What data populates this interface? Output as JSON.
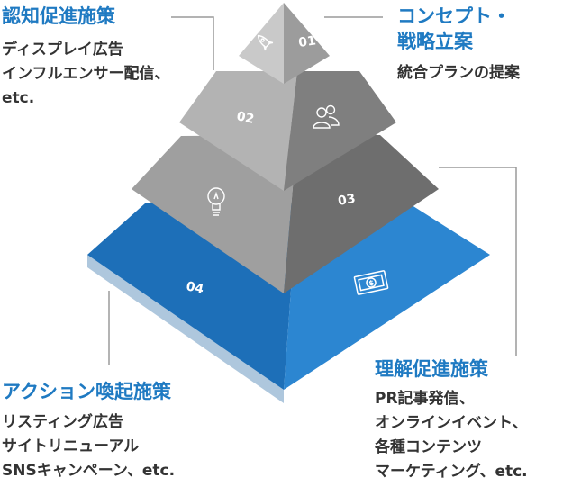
{
  "tiers": [
    {
      "number": "01",
      "icon": "rocket-icon"
    },
    {
      "number": "02",
      "icon": "people-icon"
    },
    {
      "number": "03",
      "icon": "lightbulb-icon"
    },
    {
      "number": "04",
      "icon": "money-icon"
    }
  ],
  "colors": {
    "accent": "#1f7ac2",
    "tier1_left": "#c9c9c9",
    "tier1_right": "#9c9c9c",
    "tier2_left": "#b3b3b3",
    "tier2_right": "#7f7f7f",
    "tier3_left": "#9f9f9f",
    "tier3_right": "#6e6e6e",
    "tier4_left": "#1d6fb8",
    "tier4_right": "#2c86d1"
  },
  "sections": {
    "concept": {
      "title_lines": [
        "コンセプト・",
        "戦略立案"
      ],
      "items": [
        "統合プランの提案"
      ]
    },
    "awareness": {
      "title": "認知促進施策",
      "items": [
        "ディスプレイ広告",
        "インフルエンサー配信、",
        "etc."
      ]
    },
    "understanding": {
      "title": "理解促進施策",
      "items": [
        "PR記事発信、",
        "オンラインイベント、",
        "各種コンテンツ",
        "マーケティング、etc."
      ]
    },
    "action": {
      "title": "アクション喚起施策",
      "items": [
        "リスティング広告",
        "サイトリニューアル",
        "SNSキャンペーン、etc."
      ]
    }
  }
}
